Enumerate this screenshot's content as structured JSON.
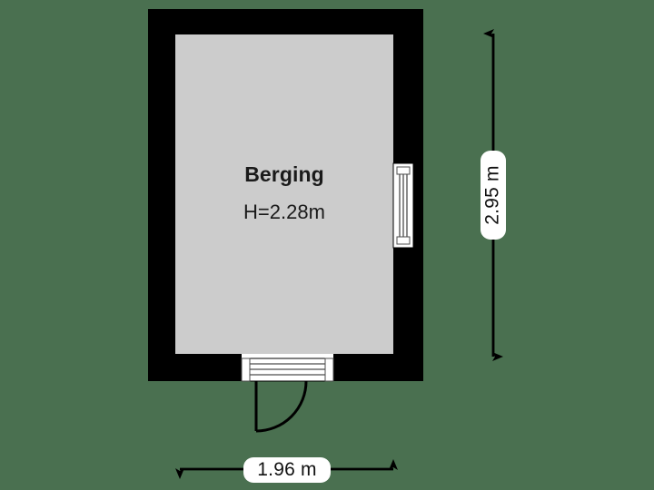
{
  "plan": {
    "title": "Berging floor plan",
    "background_color": "#4a7050",
    "wall_color": "#000000",
    "floor_color": "#cccccc",
    "room": {
      "name": "Berging",
      "height_label": "H=2.28m"
    },
    "dimensions": {
      "vertical": {
        "value": "2.95 m",
        "orientation": "vertical"
      },
      "horizontal": {
        "value": "1.96 m",
        "orientation": "horizontal"
      }
    },
    "openings": [
      {
        "type": "window",
        "position": "east-wall",
        "name": "window-east"
      },
      {
        "type": "door",
        "position": "south-wall",
        "swing": "inward-left",
        "name": "door-south"
      }
    ]
  }
}
